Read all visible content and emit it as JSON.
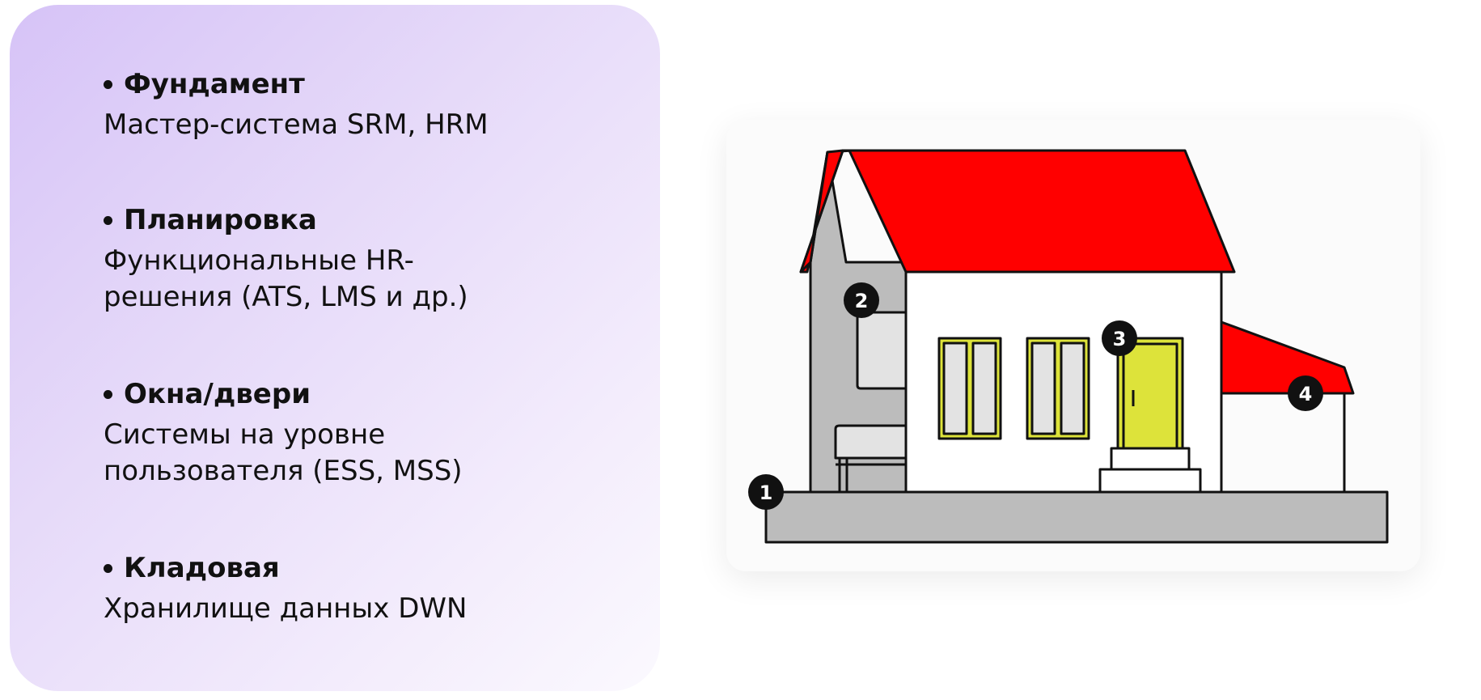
{
  "items": [
    {
      "title": "Фундамент",
      "desc": "Мастер-система SRM, HRM"
    },
    {
      "title": "Планировка",
      "desc_lines": [
        "Функциональные HR-",
        "решения (ATS, LMS и др.)"
      ]
    },
    {
      "title": "Окна/двери",
      "desc_lines": [
        "Системы на уровне",
        "пользователя (ESS, MSS)"
      ]
    },
    {
      "title": "Кладовая",
      "desc": "Хранилище данных DWN"
    }
  ],
  "markers": [
    "1",
    "2",
    "3",
    "4"
  ],
  "colors": {
    "roof": "#ff0000",
    "door": "#dde33a",
    "wall_gray": "#bcbcbc",
    "wall_white": "#ffffff",
    "ground": "#bcbcbc",
    "marker_bg": "#111111",
    "panel_gradient_start": "#d6c3f7",
    "panel_gradient_end": "#fbf9fe"
  }
}
